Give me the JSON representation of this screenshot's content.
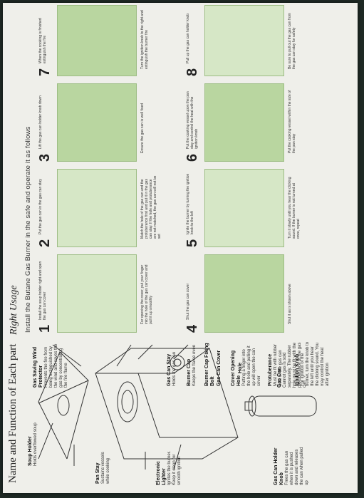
{
  "left_title": "Name and Function of Each part",
  "right_title": "Right Usage",
  "install_line": "Install the Butane Gas Burner in the safe and operate it as follows",
  "parts": [
    {
      "name": "Soup Holder",
      "desc": "Holds overflowed soup"
    },
    {
      "name": "Pan Stay",
      "desc": "Sustains vessels while cooking"
    },
    {
      "name": "Electronic Lighter",
      "desc": "Ignites the burner. Keep it clean for smooth ignition"
    },
    {
      "name": "Gas Can Holder Knob",
      "desc": "Frees the gas can when it is pushed down and releases the can when pulled up"
    },
    {
      "name": "Gas Saving Wind Protector",
      "desc": "Prevents the fire from being extinguished by the wind and saves the gas by concentrating the fire flame"
    },
    {
      "name": "Hole",
      "desc": ""
    },
    {
      "name": "Gas Can",
      "desc": "Cannot gas is sold separately. The rubber hole must be fit with the protuberance of the gas can"
    },
    {
      "name": "Gas Can Stay",
      "desc": "Holds the gas can"
    },
    {
      "name": "Burner Cap",
      "desc": "Keeps the flame even"
    },
    {
      "name": "Burner Cap Fixing Bolt",
      "desc": ""
    },
    {
      "name": "Gas Can Cover",
      "desc": ""
    },
    {
      "name": "Cover Opening Hole",
      "desc": "Putting a finger into the hole and pulling it up will open the can cover"
    },
    {
      "name": "Protuberance",
      "desc": "Must be fit with rubber hole of the gas can"
    },
    {
      "name": "Ignition Knob",
      "desc": "For ignition of the burner, turn the knob to the left until you hear the clicking sound. You may control the heat after ignition"
    }
  ],
  "steps": [
    {
      "num": "1",
      "caption": "Install the soup holder right and open the gas can cover",
      "note": "For opening the cover, put your finger into the hole of the gas can cover and pull it up smoothly"
    },
    {
      "num": "2",
      "caption": "Put the gas can in the gas can stay",
      "note": "Match the hole of the gas can and the protuberance first and put it in the gas can stay. If the hole and protuberance are not matched, the gas can will not be set"
    },
    {
      "num": "3",
      "caption": "Lift the gas can holder knob down",
      "note": "Ensure the gas can is well fixed"
    },
    {
      "num": "4",
      "caption": "Shut the gas can cover",
      "note": "Shut it as is shown above"
    },
    {
      "num": "5",
      "caption": "Ignite the burner by turning the ignition knob to the left",
      "note": "Turn it slowly until you hear the clicking sound. If the burner is not turned at once, repeat"
    },
    {
      "num": "6",
      "caption": "Put the cooking vessel upon the pan stay and control the heat with the ignition knob",
      "note": "Put the cooking vessel within the size of the pan stay"
    },
    {
      "num": "7",
      "caption": "When the cooking is finished extinguish the fire",
      "note": "Turn the ignition knob to the right and extinguish the burner fire"
    },
    {
      "num": "8",
      "caption": "Pull up the gas can holder knob",
      "note": "Be sure to pull out the gas can from the gas can stay for safety"
    }
  ]
}
